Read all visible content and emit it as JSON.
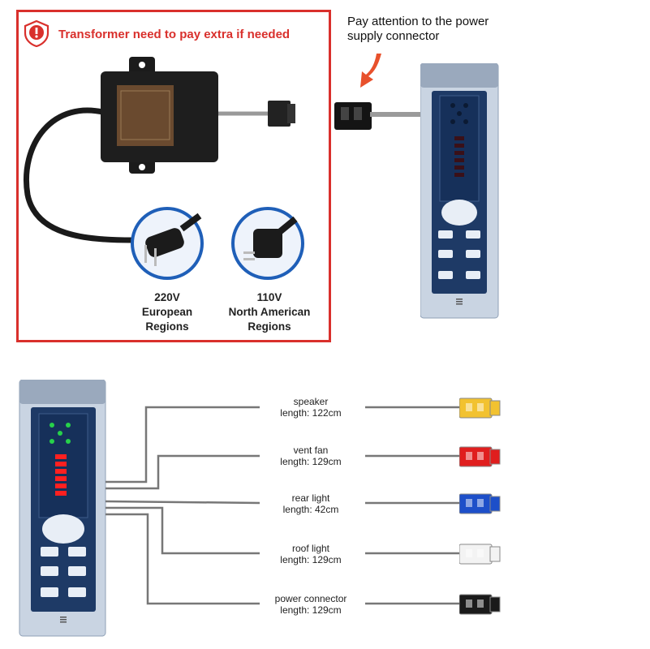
{
  "warning": {
    "title": "Transformer need to pay extra if needed",
    "plugs": [
      {
        "voltage": "220V",
        "region_line1": "European",
        "region_line2": "Regions"
      },
      {
        "voltage": "110V",
        "region_line1": "North American",
        "region_line2": "Regions"
      }
    ]
  },
  "note": {
    "line1": "Pay attention to the power",
    "line2": "supply connector"
  },
  "cables": [
    {
      "name": "speaker",
      "length": "length: 122cm",
      "color": "#f2c230"
    },
    {
      "name": "vent fan",
      "length": "length: 129cm",
      "color": "#e01e1e"
    },
    {
      "name": "rear light",
      "length": "length: 42cm",
      "color": "#1d4fc9"
    },
    {
      "name": "roof light",
      "length": "length: 129cm",
      "color": "#f3f3f3"
    },
    {
      "name": "power connector",
      "length": "length: 129cm",
      "color": "#1a1a1a"
    }
  ],
  "colors": {
    "warning_red": "#d9302c",
    "panel_navy": "#1e3a66",
    "plug_ring": "#1f5fb8"
  },
  "icons": [
    "warning-shield-icon",
    "arrow-down-icon",
    "eu-plug-icon",
    "us-plug-icon"
  ]
}
